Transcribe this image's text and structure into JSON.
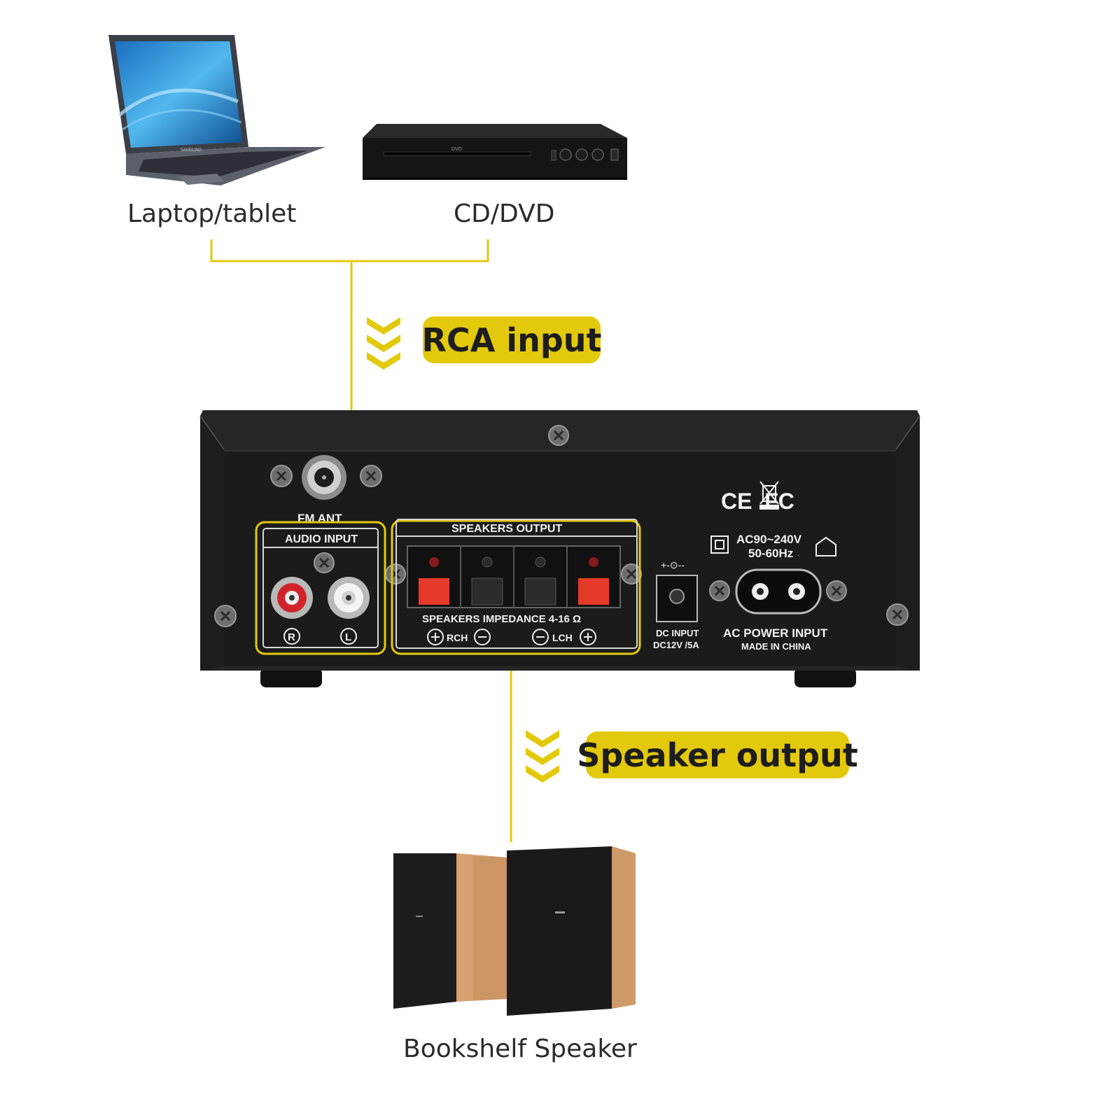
{
  "sources": {
    "laptop_label": "Laptop/tablet",
    "cd_label": "CD/DVD",
    "laptop_brand": "SAMSUNG",
    "dvd_badge": "DVD"
  },
  "callouts": {
    "rca": "RCA input",
    "speaker": "Speaker output"
  },
  "amplifier": {
    "fm_ant": "FM ANT",
    "audio_input": "AUDIO INPUT",
    "right": "R",
    "left": "L",
    "speakers_output": "SPEAKERS OUTPUT",
    "impedance": "SPEAKERS IMPEDANCE 4-16 Ω",
    "rch": "RCH",
    "lch": "LCH",
    "dc_input_1": "DC INPUT",
    "dc_input_2": "DC12V /5A",
    "ac_rating_1": "AC90~240V",
    "ac_rating_2": "50-60Hz",
    "ac_power_input": "AC POWER INPUT",
    "made_in": "MADE IN CHINA",
    "marks": "CE  FC"
  },
  "outputs": {
    "speaker_label": "Bookshelf Speaker"
  },
  "colors": {
    "accent": "#e3c90c",
    "chassis": "#232323",
    "panel": "#1b1b1b",
    "wood": "#d7a070"
  }
}
